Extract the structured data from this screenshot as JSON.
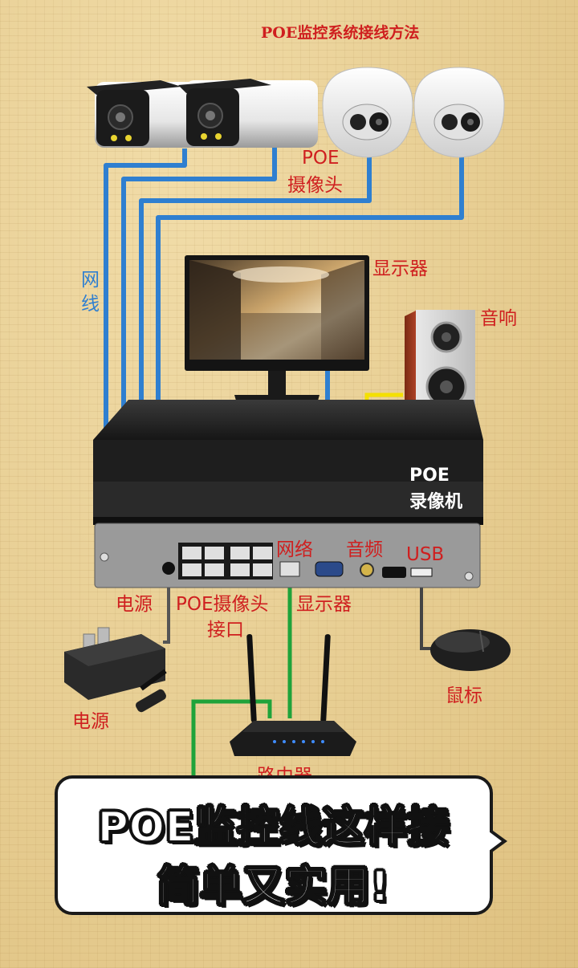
{
  "title": "POE监控系统接线方法",
  "labels": {
    "camera_poe": "POE",
    "camera_name": "摄像头",
    "cable_1": "网",
    "cable_2": "线",
    "monitor": "显示器",
    "speaker": "音响",
    "nvr_poe": "POE",
    "nvr_name": "录像机",
    "port_network": "网络",
    "port_audio": "音频",
    "port_usb": "USB",
    "port_power": "电源",
    "port_poe_cam_1": "POE摄像头",
    "port_poe_cam_2": "接口",
    "port_display": "显示器",
    "power_adapter": "电源",
    "mouse": "鼠标",
    "router": "路由器"
  },
  "callout": {
    "line1": "POE监控线这样接",
    "line2": "简单又实用!"
  },
  "colors": {
    "cable_blue": "#2f7fd0",
    "cable_yellow": "#f4e000",
    "cable_green": "#1fa33a",
    "label_red": "#cf1f1f"
  }
}
